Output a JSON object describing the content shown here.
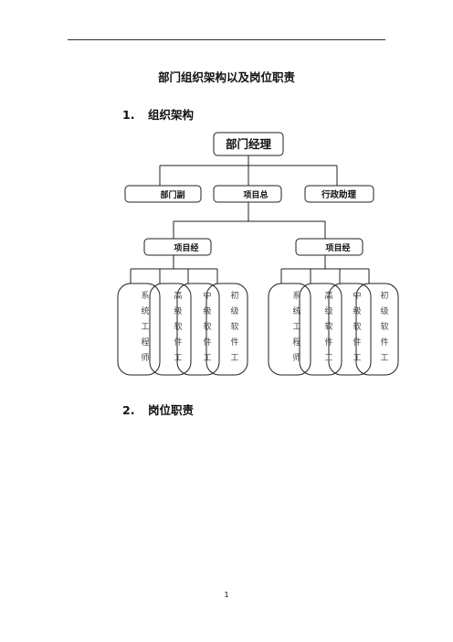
{
  "document": {
    "title": "部门组织架构以及岗位职责",
    "sections": [
      {
        "number": "1.",
        "title": "组织架构"
      },
      {
        "number": "2.",
        "title": "岗位职责"
      }
    ],
    "page_number": "1"
  },
  "org_chart": {
    "root": "部门经理",
    "level2": [
      "部门副",
      "项目总",
      "行政助理"
    ],
    "level3": [
      "项目经",
      "项目经"
    ],
    "groups": [
      {
        "roles": [
          "系统工程师",
          "高级软件工",
          "中级软件工",
          "初级软件工"
        ]
      },
      {
        "roles": [
          "系统工程师",
          "高级软件工",
          "中级软件工",
          "初级软件工"
        ]
      }
    ]
  }
}
